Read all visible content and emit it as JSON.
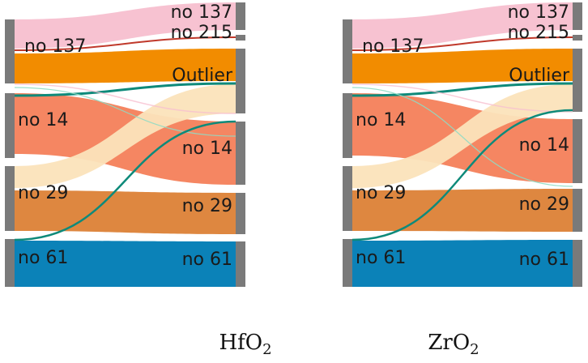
{
  "panels": [
    {
      "caption_main": "HfO",
      "caption_sub": "2",
      "left_nodes": [
        {
          "id": "L137",
          "label": "no 137"
        },
        {
          "id": "L14",
          "label": "no 14"
        },
        {
          "id": "L29",
          "label": "no 29"
        },
        {
          "id": "L61",
          "label": "no 61"
        }
      ],
      "right_nodes": [
        {
          "id": "R137",
          "label": "no 137"
        },
        {
          "id": "R215",
          "label": "no 215"
        },
        {
          "id": "ROut",
          "label": "Outlier"
        },
        {
          "id": "R14",
          "label": "no 14"
        },
        {
          "id": "R29",
          "label": "no 29"
        },
        {
          "id": "R61",
          "label": "no 61"
        }
      ]
    },
    {
      "caption_main": "ZrO",
      "caption_sub": "2",
      "left_nodes": [
        {
          "id": "L137",
          "label": "no 137"
        },
        {
          "id": "L14",
          "label": "no 14"
        },
        {
          "id": "L29",
          "label": "no 29"
        },
        {
          "id": "L61",
          "label": "no 61"
        }
      ],
      "right_nodes": [
        {
          "id": "R137",
          "label": "no 137"
        },
        {
          "id": "R215",
          "label": "no 215"
        },
        {
          "id": "ROut",
          "label": "Outlier"
        },
        {
          "id": "R14",
          "label": "no 14"
        },
        {
          "id": "R29",
          "label": "no 29"
        },
        {
          "id": "R61",
          "label": "no 61"
        }
      ]
    }
  ],
  "colors": {
    "node_bar": "#7a7a7a",
    "no137": "#f7bfcf",
    "no215": "#c0392b",
    "outlier": "#f28c00",
    "no14": "#f47f5a",
    "no29": "#fbe3bb",
    "no29_self": "#de8740",
    "no61": "#0b82b8",
    "teal": "#0e8a7a",
    "mint": "#8fdcc4"
  }
}
